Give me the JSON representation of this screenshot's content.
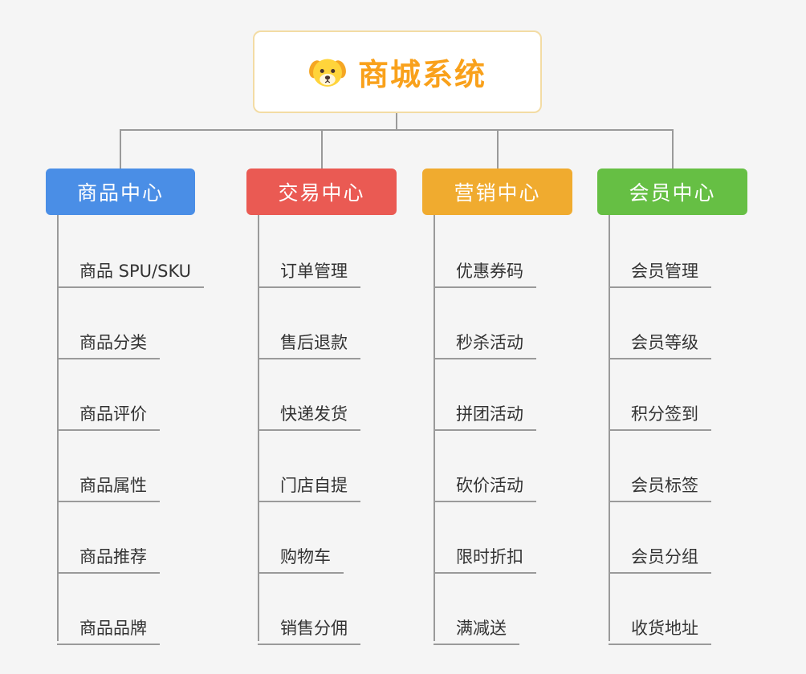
{
  "root": {
    "title": "商城系统",
    "icon": "dog-face-icon",
    "title_color": "#f9a11b",
    "border_color": "#f3dca4"
  },
  "connector_color": "#9a9a9a",
  "background_color": "#f5f5f5",
  "columns": [
    {
      "title": "商品中心",
      "color": "#4a8ee6",
      "items": [
        "商品 SPU/SKU",
        "商品分类",
        "商品评价",
        "商品属性",
        "商品推荐",
        "商品品牌"
      ]
    },
    {
      "title": "交易中心",
      "color": "#ea5a53",
      "items": [
        "订单管理",
        "售后退款",
        "快递发货",
        "门店自提",
        "购物车",
        "销售分佣"
      ]
    },
    {
      "title": "营销中心",
      "color": "#f0ab2f",
      "items": [
        "优惠券码",
        "秒杀活动",
        "拼团活动",
        "砍价活动",
        "限时折扣",
        "满减送"
      ]
    },
    {
      "title": "会员中心",
      "color": "#66bf44",
      "items": [
        "会员管理",
        "会员等级",
        "积分签到",
        "会员标签",
        "会员分组",
        "收货地址"
      ]
    }
  ]
}
